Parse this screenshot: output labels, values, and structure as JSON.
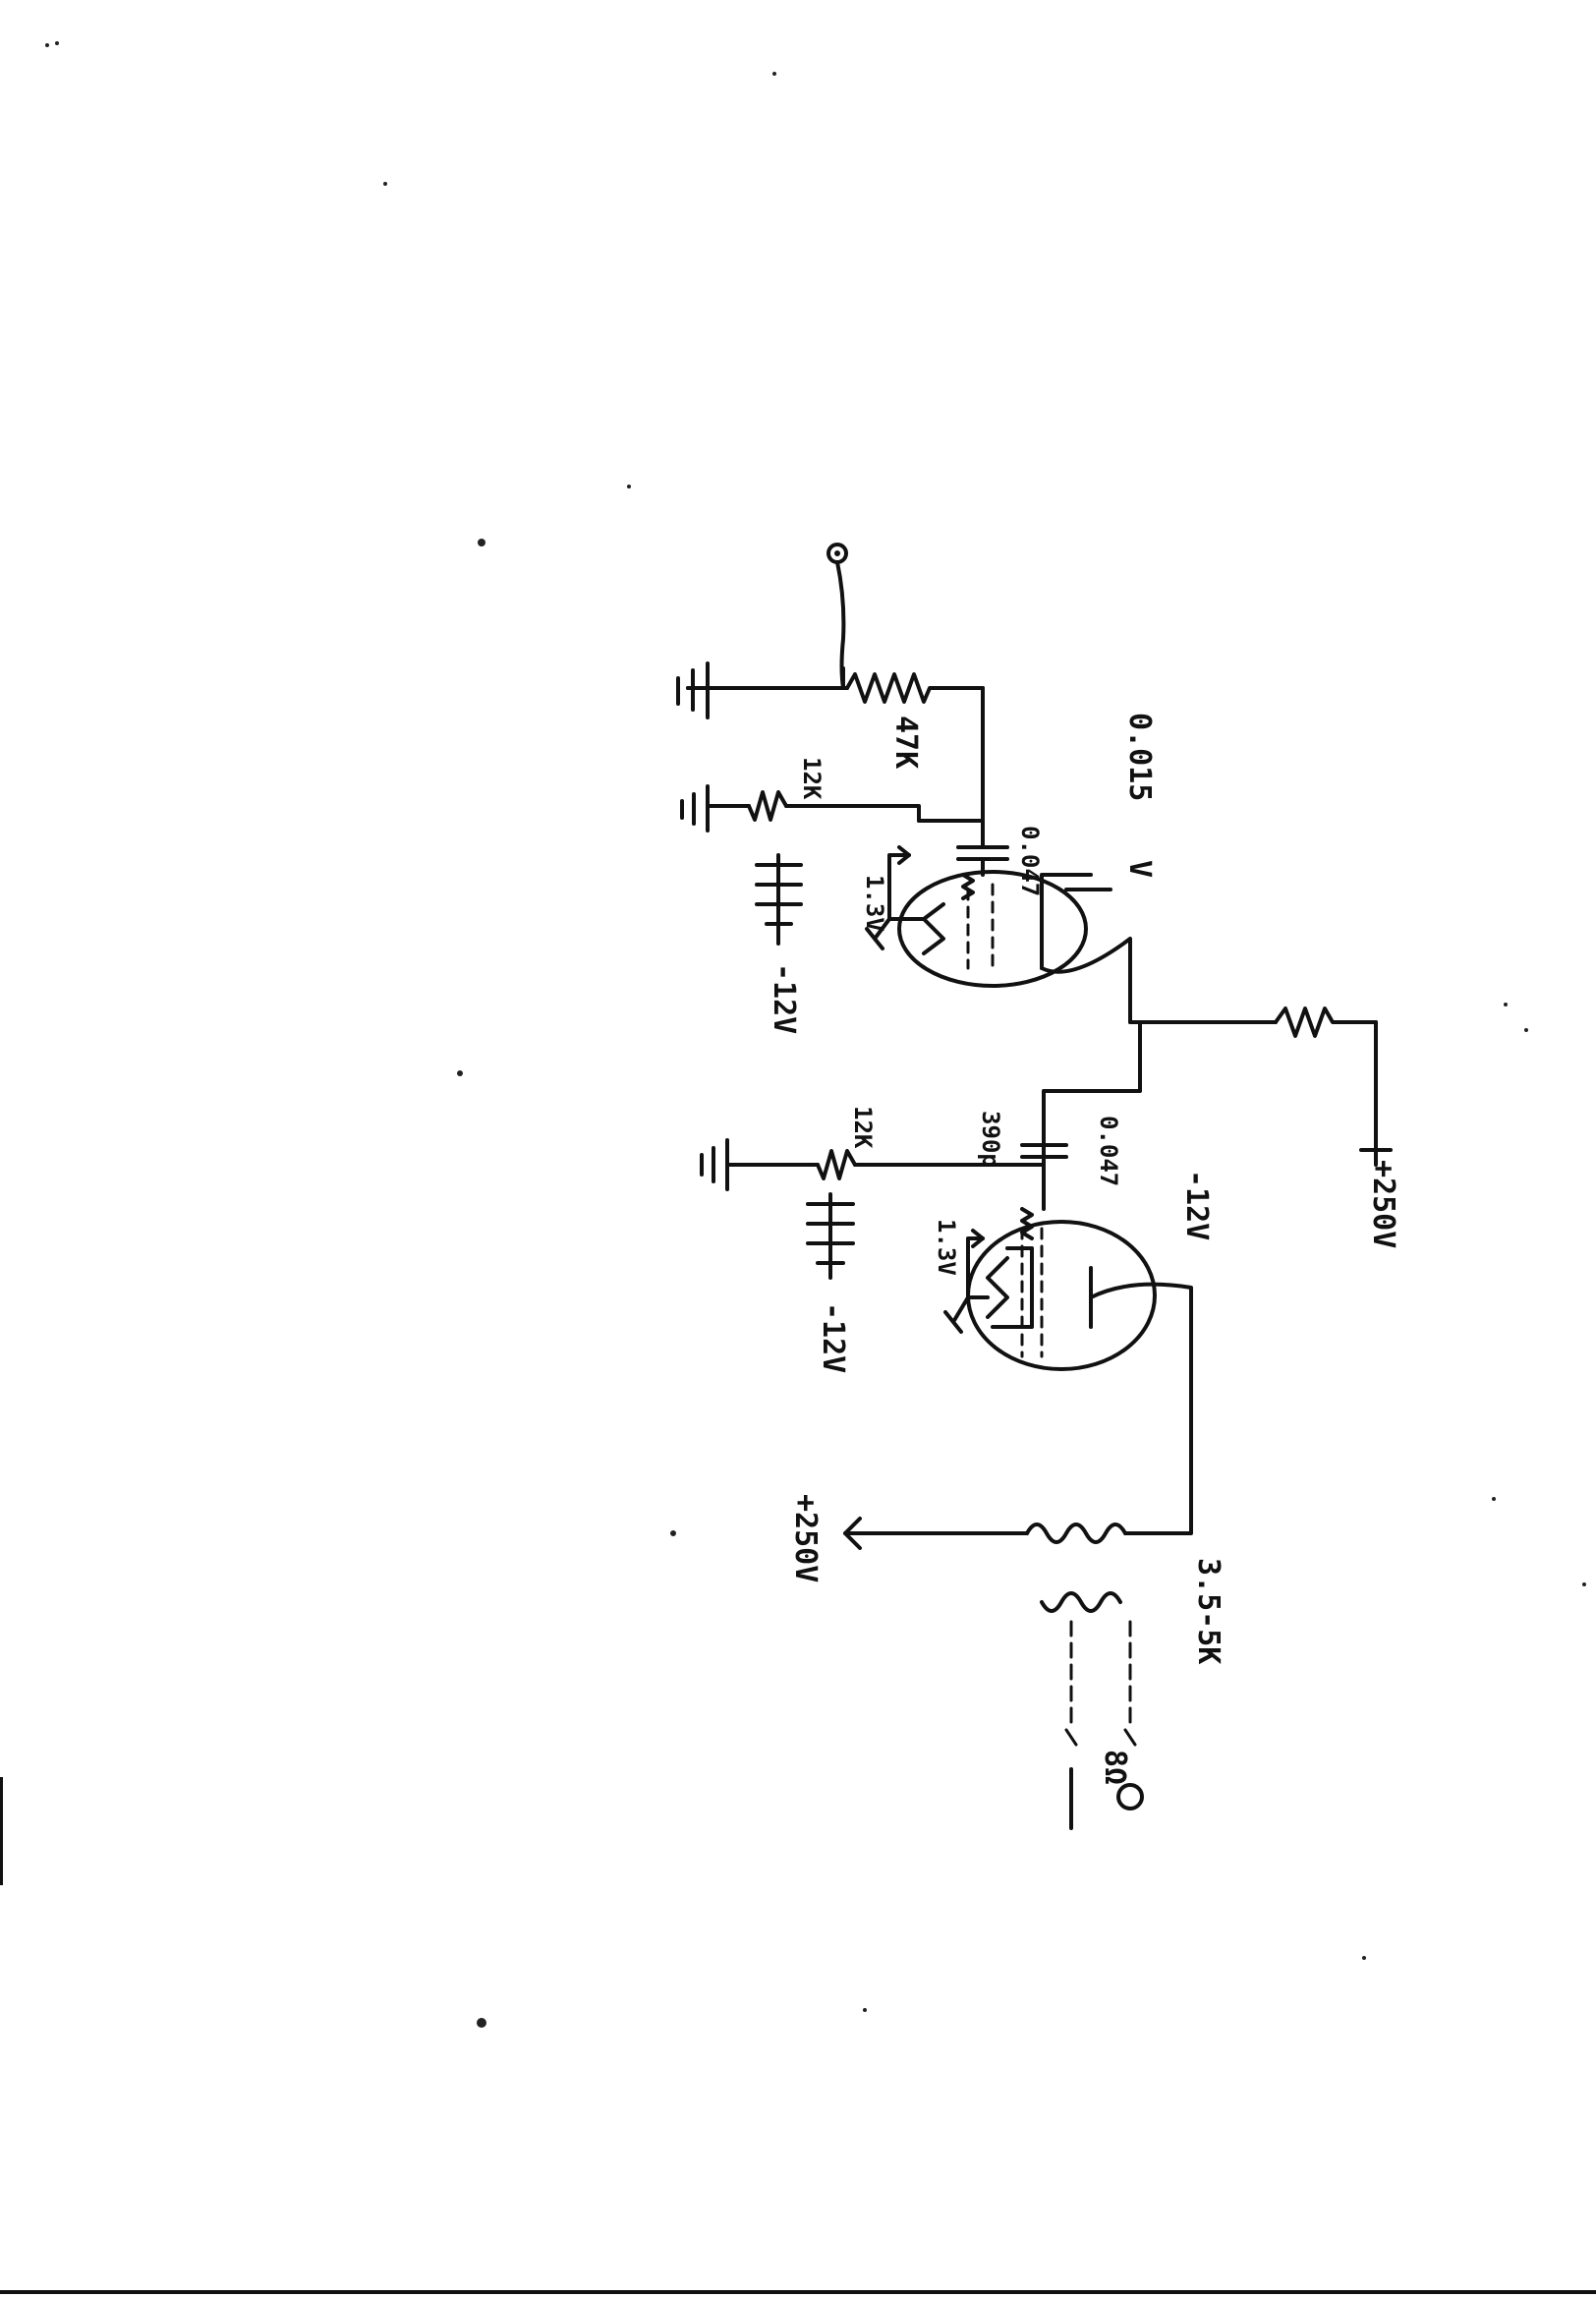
{
  "labels": {
    "input_pot": "47K",
    "stage1_grid_resistor": "12K",
    "stage1_bias_supply": "-12V",
    "stage1_cathode_voltage": "1.3V",
    "stage1_coupling_cap": "0.047",
    "stage1_screen_cap": "0.015",
    "stage1_screen_voltage": "V",
    "stage1_plate_supply": "+250V",
    "stage2_grid_resistor": "12K",
    "stage2_bias_supply": "-12V",
    "stage2_cathode_voltage": "1.3V",
    "stage2_grid_cap": "390p",
    "stage2_coupling_cap": "0.047",
    "stage2_screen_voltage": "-12V",
    "output_plate_supply": "+250V",
    "output_transformer": "3.5-5K",
    "speaker_impedance": "8Ω"
  },
  "colors": {
    "ink": "#111111",
    "paper": "#ffffff"
  }
}
